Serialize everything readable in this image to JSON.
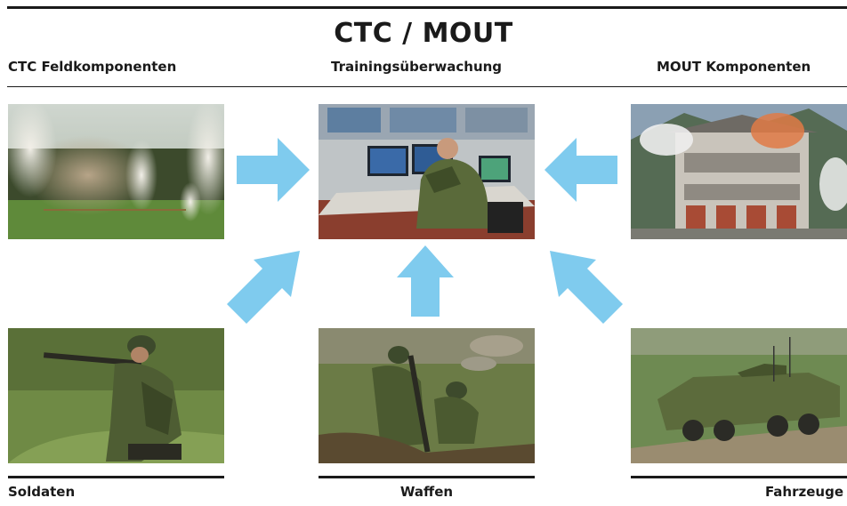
{
  "title": "CTC / MOUT",
  "headers": {
    "left": "CTC Feldkomponenten",
    "center": "Trainingsüberwachung",
    "right": "MOUT Komponenten"
  },
  "footers": {
    "left": "Soldaten",
    "center": "Waffen",
    "right": "Fahrzeuge"
  },
  "colors": {
    "rule": "#1a1a1a",
    "arrow": "#7fcbee"
  },
  "icons": {
    "arrows": [
      "arrow-right-icon",
      "arrow-left-icon",
      "arrow-up-icon",
      "arrow-up-right-icon",
      "arrow-up-left-icon"
    ]
  }
}
